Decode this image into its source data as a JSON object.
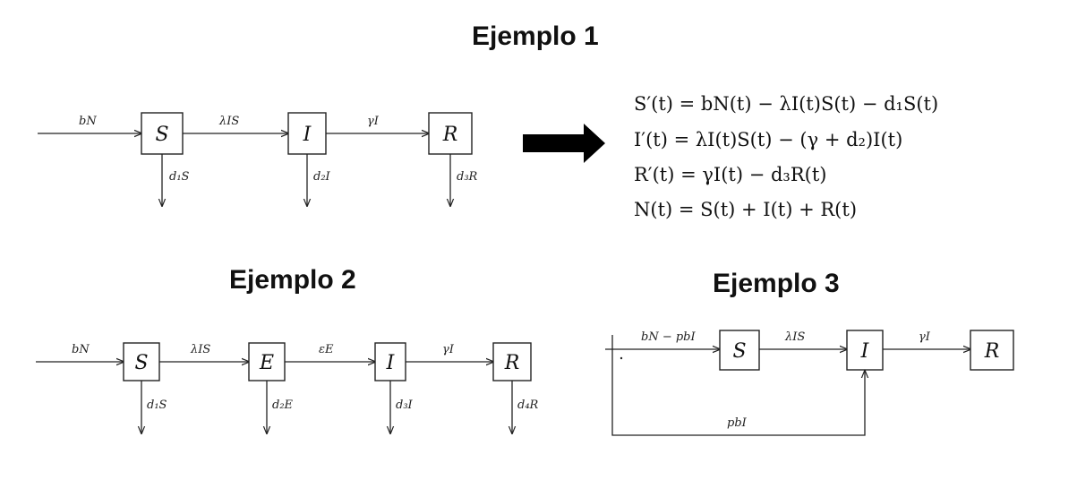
{
  "titles": {
    "ex1": "Ejemplo 1",
    "ex2": "Ejemplo 2",
    "ex3": "Ejemplo 3"
  },
  "example1": {
    "nodes": [
      "S",
      "I",
      "R"
    ],
    "inflow": "bN",
    "flows": [
      "λIS",
      "γI"
    ],
    "outflows": [
      "d₁S",
      "d₂I",
      "d₃R"
    ]
  },
  "equations": [
    "S′(t) = bN(t) − λI(t)S(t) − d₁S(t)",
    "I′(t) = λI(t)S(t) − (γ + d₂)I(t)",
    "R′(t) = γI(t) − d₃R(t)",
    "N(t) = S(t) + I(t) + R(t)"
  ],
  "example2": {
    "nodes": [
      "S",
      "E",
      "I",
      "R"
    ],
    "inflow": "bN",
    "flows": [
      "λIS",
      "εE",
      "γI"
    ],
    "outflows": [
      "d₁S",
      "d₂E",
      "d₃I",
      "d₄R"
    ]
  },
  "example3": {
    "nodes": [
      "S",
      "I",
      "R"
    ],
    "inflow": "bN − pbI",
    "flows": [
      "λIS",
      "γI"
    ],
    "feedback": "pbI"
  }
}
